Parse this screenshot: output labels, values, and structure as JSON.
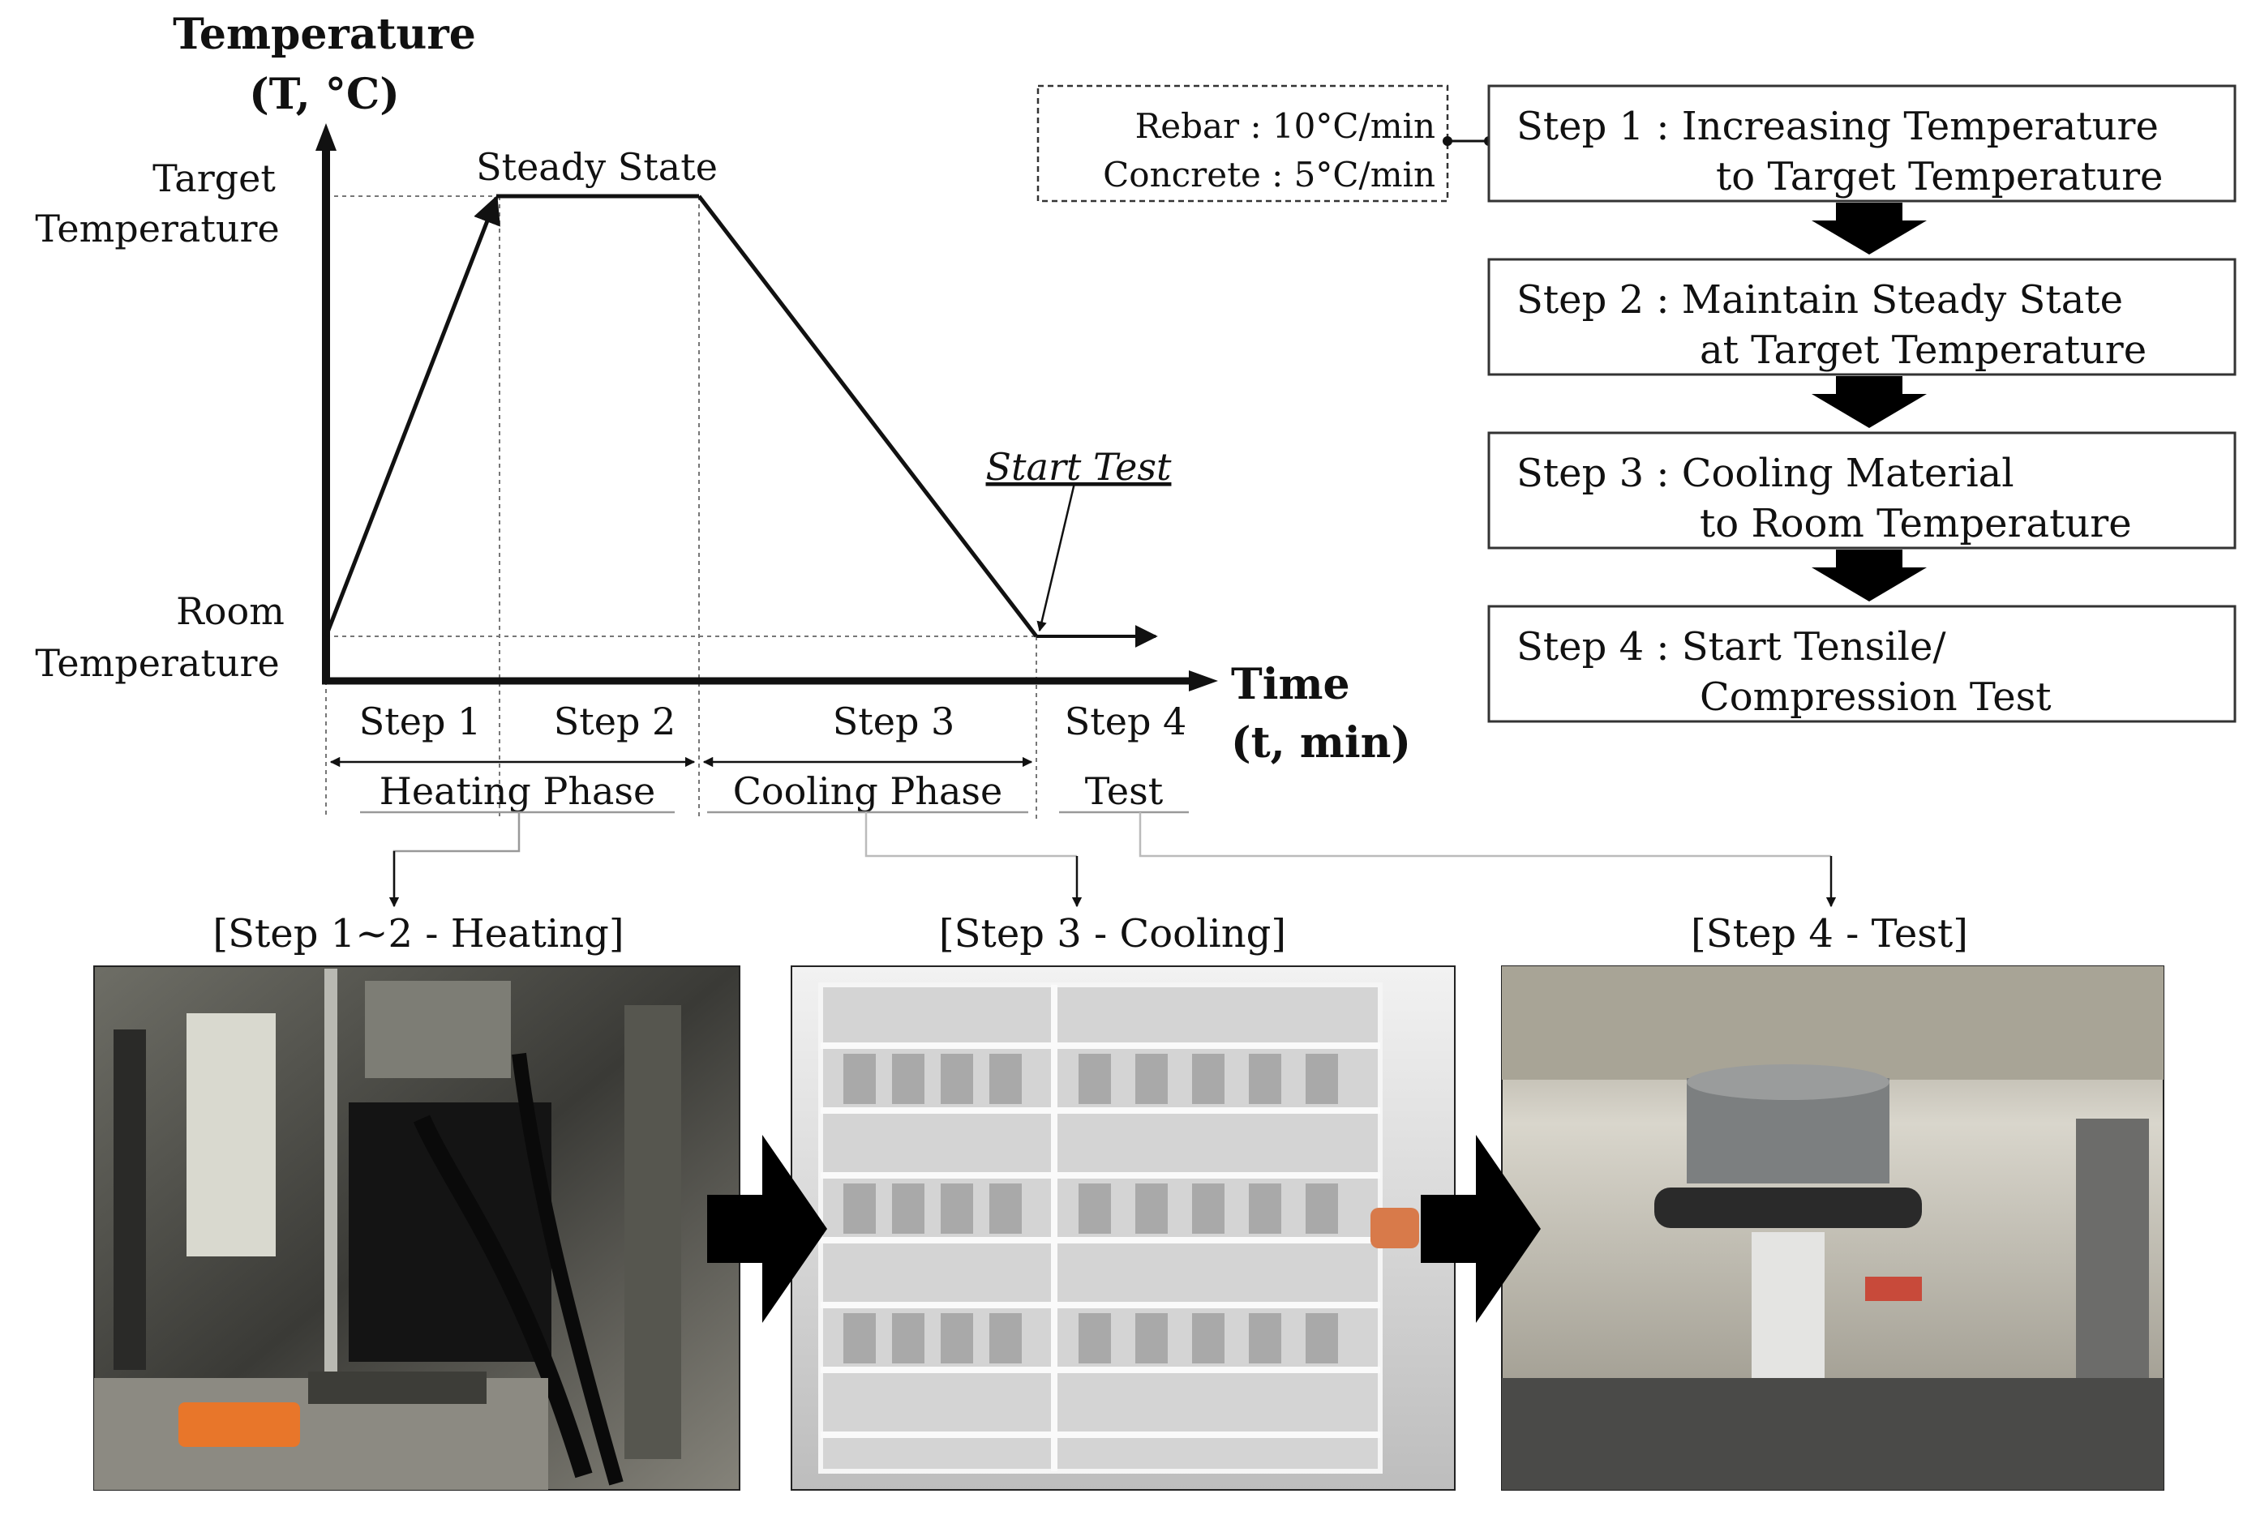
{
  "graph": {
    "y_axis_title_line1": "Temperature",
    "y_axis_title_line2": "(T, °C)",
    "x_axis_title_line1": "Time",
    "x_axis_title_line2": "(t, min)",
    "target_temp_line1": "Target",
    "target_temp_line2": "Temperature",
    "room_temp_line1": "Room",
    "room_temp_line2": "Temperature",
    "steady_state": "Steady State",
    "start_test": "Start Test",
    "step_labels": [
      "Step 1",
      "Step 2",
      "Step 3",
      "Step 4"
    ],
    "phase_labels": [
      "Heating Phase",
      "Cooling Phase",
      "Test"
    ]
  },
  "rate_box": {
    "line1": "Rebar : 10°C/min",
    "line2": "Concrete : 5°C/min"
  },
  "flow_steps": [
    {
      "line1": "Step 1 : Increasing Temperature",
      "line2": "to Target Temperature"
    },
    {
      "line1": "Step 2 : Maintain Steady State",
      "line2": "at Target Temperature"
    },
    {
      "line1": "Step 3 : Cooling Material",
      "line2": "to Room Temperature"
    },
    {
      "line1": "Step 4 : Start Tensile/",
      "line2": "Compression Test"
    }
  ],
  "photos": [
    {
      "label": "[Step 1~2 - Heating]",
      "icon": "universal-testing-machine-photo"
    },
    {
      "label": "[Step 3 - Cooling]",
      "icon": "specimen-shelf-photo"
    },
    {
      "label": "[Step 4 - Test]",
      "icon": "compression-test-photo"
    }
  ],
  "colors": {
    "ink": "#111111",
    "arrow_fill": "#000000"
  }
}
